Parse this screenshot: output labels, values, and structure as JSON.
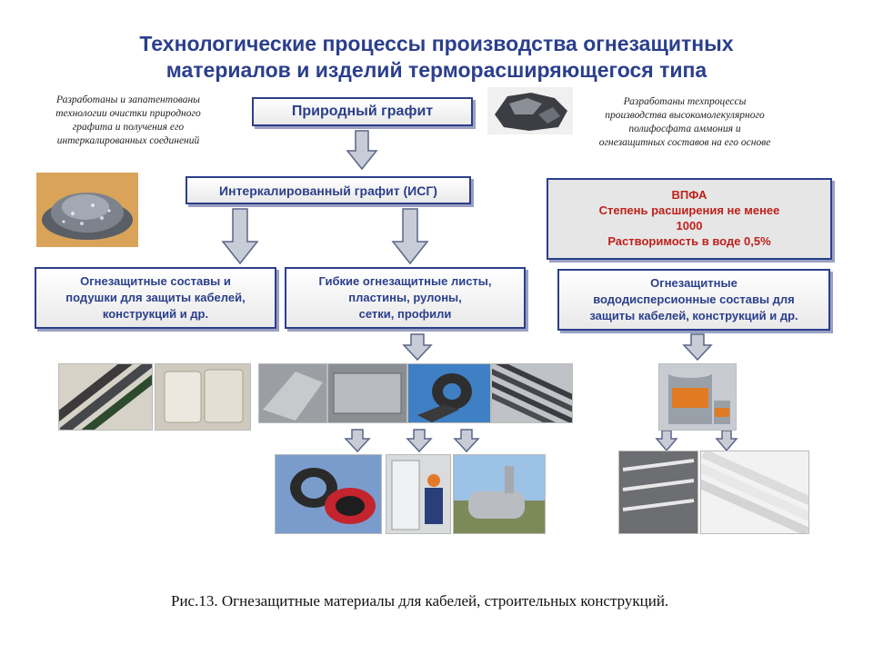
{
  "title": {
    "line1": "Технологические процессы производства огнезащитных",
    "line2": "материалов и изделий терморасширяющегося типа"
  },
  "left_note": {
    "line1": "Разработаны и запатентованы",
    "line2": "технологии очистки природного",
    "line3": "графита и получения его",
    "line4": "интеркалированных соединений"
  },
  "right_note": {
    "line1": "Разработаны техпроцессы",
    "line2": "производства высокомолекулярного",
    "line3": "полифосфата аммония и",
    "line4": "огнезащитных составов на его основе"
  },
  "boxes": {
    "natural_graphite": "Природный графит",
    "intercalated_graphite": "Интеркалированный графит (ИСГ)",
    "compounds": {
      "line1": "Огнезащитные составы и",
      "line2": "подушки для защиты кабелей,",
      "line3": "конструкций и др."
    },
    "sheets": {
      "line1": "Гибкие огнезащитные листы,",
      "line2": "пластины, рулоны,",
      "line3": "сетки, профили"
    },
    "water_dispersion": {
      "line1": "Огнезащитные",
      "line2": "вододисперсионные составы для",
      "line3": "защиты кабелей, конструкций и др."
    }
  },
  "vpfa": {
    "line1": "ВПФА",
    "line2": "Степень расширения не менее",
    "line3": "1000",
    "line4": "Растворимость в воде 0,5%"
  },
  "caption": "Рис.13. Огнезащитные материалы для кабелей, строительных конструкций.",
  "colors": {
    "title": "#2b3f8c",
    "box_border": "#2b3f8c",
    "vpfa_text": "#c0201c",
    "arrow_fill": "#c8ccd6",
    "arrow_stroke": "#5a6688"
  }
}
